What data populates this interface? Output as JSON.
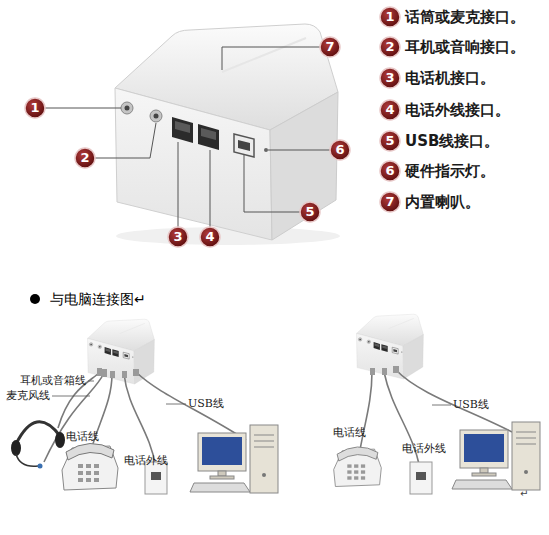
{
  "diagram": {
    "labels": [
      "1",
      "2",
      "3",
      "4",
      "5",
      "6",
      "7",
      "1",
      "话筒或麦克接口。",
      "2",
      "耳机或音响接口。",
      "3",
      "电话机接口。",
      "4",
      "电话外线接口。",
      "5",
      "USB线接口。",
      "6",
      "硬件指示灯。",
      "7",
      "内置喇叭。",
      "与电脑连接图↵",
      "耳机或音箱线",
      "麦克风线",
      "电话线",
      "电话外线",
      "USB线",
      "电话线",
      "电话外线",
      "USB线",
      "↵"
    ]
  }
}
